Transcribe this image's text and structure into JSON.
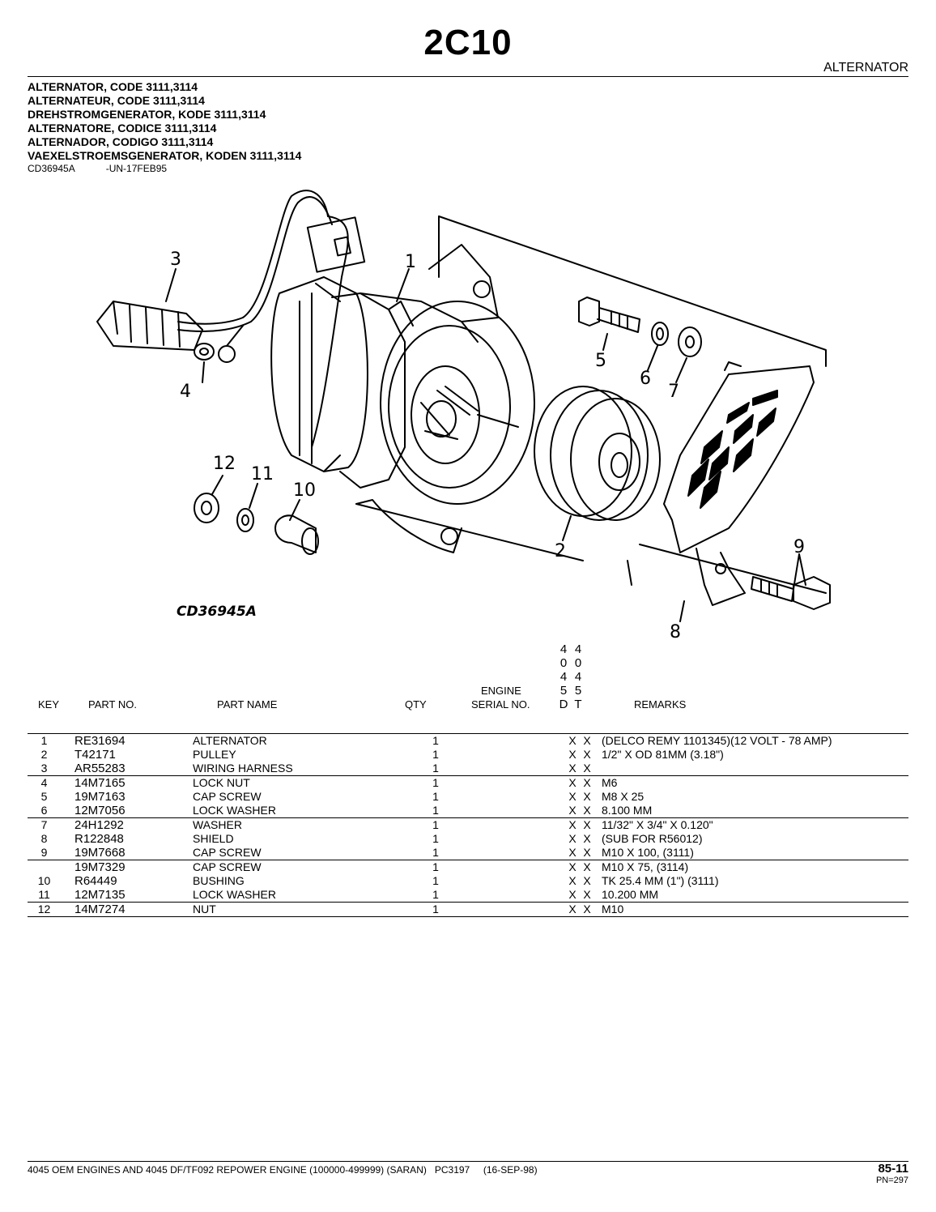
{
  "page": {
    "title": "2C10",
    "section": "ALTERNATOR"
  },
  "headings": [
    "ALTERNATOR, CODE 3111,3114",
    "ALTERNATEUR, CODE 3111,3114",
    "DREHSTROMGENERATOR, KODE 3111,3114",
    "ALTERNATORE, CODICE 3111,3114",
    "ALTERNADOR, CODIGO 3111,3114",
    "VAEXELSTROEMSGENERATOR, KODEN 3111,3114"
  ],
  "reference": {
    "code": "CD36945A",
    "revision": "-UN-17FEB95"
  },
  "illustration": {
    "label": "CD36945A",
    "callouts": [
      "1",
      "2",
      "3",
      "4",
      "5",
      "6",
      "7",
      "8",
      "9",
      "10",
      "11",
      "12"
    ]
  },
  "table": {
    "headers": {
      "key": "KEY",
      "part_no": "PART NO.",
      "part_name": "PART NAME",
      "qty": "QTY",
      "engine": "ENGINE",
      "serial_no": "SERIAL NO.",
      "remarks": "REMARKS"
    },
    "model_columns": [
      {
        "chars": [
          "4",
          "0",
          "4",
          "5",
          "D"
        ]
      },
      {
        "chars": [
          "4",
          "0",
          "4",
          "5",
          "T"
        ]
      }
    ],
    "rows": [
      {
        "key": "1",
        "part": "RE31694",
        "name": "ALTERNATOR",
        "qty": "1",
        "serial": "",
        "x1": "X",
        "x2": "X",
        "remarks": "(DELCO REMY 1101345)(12 VOLT - 78 AMP)"
      },
      {
        "key": "2",
        "part": "T42171",
        "name": "PULLEY",
        "qty": "1",
        "serial": "",
        "x1": "X",
        "x2": "X",
        "remarks": "1/2\" X OD 81MM (3.18\")"
      },
      {
        "key": "3",
        "part": "AR55283",
        "name": "WIRING HARNESS",
        "qty": "1",
        "serial": "",
        "x1": "X",
        "x2": "X",
        "remarks": ""
      },
      {
        "key": "4",
        "part": "14M7165",
        "name": "LOCK NUT",
        "qty": "1",
        "serial": "",
        "x1": "X",
        "x2": "X",
        "remarks": "M6"
      },
      {
        "key": "5",
        "part": "19M7163",
        "name": "CAP SCREW",
        "qty": "1",
        "serial": "",
        "x1": "X",
        "x2": "X",
        "remarks": "M8 X 25"
      },
      {
        "key": "6",
        "part": "12M7056",
        "name": "LOCK WASHER",
        "qty": "1",
        "serial": "",
        "x1": "X",
        "x2": "X",
        "remarks": "8.100 MM"
      },
      {
        "key": "7",
        "part": "24H1292",
        "name": "WASHER",
        "qty": "1",
        "serial": "",
        "x1": "X",
        "x2": "X",
        "remarks": "11/32\" X 3/4\" X 0.120\""
      },
      {
        "key": "8",
        "part": "R122848",
        "name": "SHIELD",
        "qty": "1",
        "serial": "",
        "x1": "X",
        "x2": "X",
        "remarks": "(SUB FOR R56012)"
      },
      {
        "key": "9",
        "part": "19M7668",
        "name": "CAP SCREW",
        "qty": "1",
        "serial": "",
        "x1": "X",
        "x2": "X",
        "remarks": "M10 X 100, (3111)"
      },
      {
        "key": "",
        "part": "19M7329",
        "name": "CAP SCREW",
        "qty": "1",
        "serial": "",
        "x1": "X",
        "x2": "X",
        "remarks": "M10 X 75, (3114)"
      },
      {
        "key": "10",
        "part": "R64449",
        "name": "BUSHING",
        "qty": "1",
        "serial": "",
        "x1": "X",
        "x2": "X",
        "remarks": "TK 25.4 MM (1\") (3111)"
      },
      {
        "key": "11",
        "part": "12M7135",
        "name": "LOCK WASHER",
        "qty": "1",
        "serial": "",
        "x1": "X",
        "x2": "X",
        "remarks": "10.200 MM"
      },
      {
        "key": "12",
        "part": "14M7274",
        "name": "NUT",
        "qty": "1",
        "serial": "",
        "x1": "X",
        "x2": "X",
        "remarks": "M10"
      }
    ]
  },
  "footer": {
    "text": "4045 OEM ENGINES AND 4045 DF/TF092 REPOWER ENGINE (100000-499999) (SARAN)   PC3197     (16-SEP-98)",
    "page": "85-11",
    "pn": "PN=297"
  }
}
